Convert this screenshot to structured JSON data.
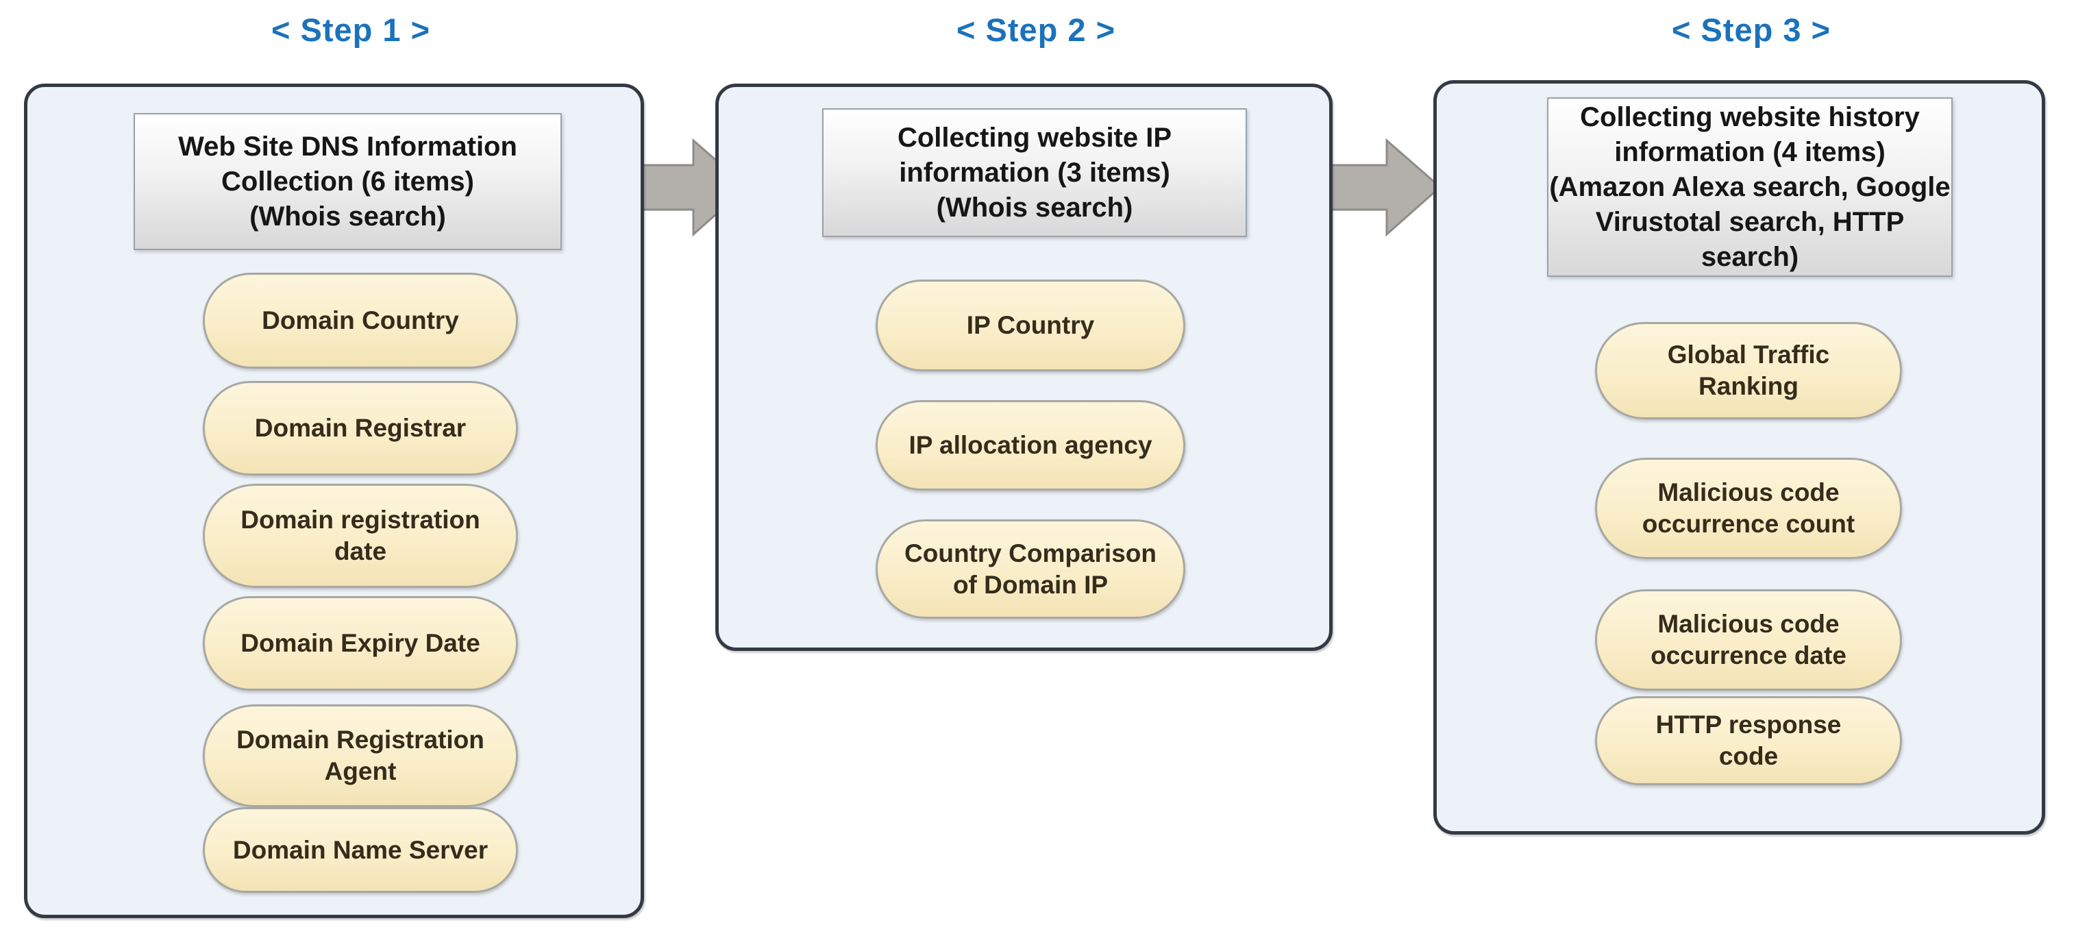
{
  "steps": [
    {
      "title": "< Step 1 >",
      "header_lines": [
        "Web Site DNS Information",
        "Collection (6 items)",
        "(Whois search)"
      ],
      "items": [
        "Domain Country",
        "Domain Registrar",
        "Domain registration date",
        "Domain Expiry Date",
        "Domain Registration Agent",
        "Domain Name Server"
      ]
    },
    {
      "title": "< Step 2 >",
      "header_lines": [
        "Collecting website IP",
        "information (3 items)",
        "(Whois search)"
      ],
      "items": [
        "IP Country",
        "IP allocation agency",
        "Country Comparison of Domain IP"
      ]
    },
    {
      "title": "< Step 3 >",
      "header_lines": [
        "Collecting website history",
        "information (4 items)",
        "(Amazon Alexa search, Google",
        "Virustotal search, HTTP search)"
      ],
      "items": [
        "Global Traffic Ranking",
        "Malicious code occurrence count",
        "Malicious code occurrence date",
        "HTTP response code"
      ]
    }
  ],
  "colors": {
    "step_title": "#1b72bc",
    "panel_bg": "#edf2f9",
    "panel_border": "#333a44",
    "header_border": "#9ba1a9",
    "pill_bg": "#faeec9",
    "pill_border": "#a8a8a2",
    "pill_text": "#352c1c",
    "connector_line": "#98a9c4",
    "connector_arrowhead": "#3a5ea5",
    "block_arrow": "#b3b0ac"
  }
}
